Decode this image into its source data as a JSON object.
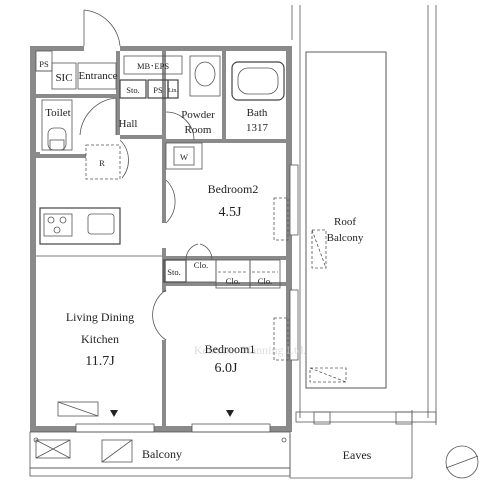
{
  "rooms": {
    "ps_top": "PS",
    "sic": "SIC",
    "entrance": "Entrance",
    "mb_eps": "MB･EPS",
    "sto_hall": "Sto.",
    "ps_hall": "PS",
    "lin": "Lin.",
    "toilet": "Toilet",
    "hall": "Hall",
    "powder_line1": "Powder",
    "powder_line2": "Room",
    "bath": "Bath",
    "bath_size": "1317",
    "refrigerator": "R",
    "washer": "W",
    "bedroom2": "Bedroom2",
    "bedroom2_size": "4.5J",
    "roof_line1": "Roof",
    "roof_line2": "Balcony",
    "sto_mid": "Sto.",
    "clo_1": "Clo.",
    "clo_2": "Clo.",
    "clo_3": "Clo.",
    "ldk_line1": "Living Dining",
    "ldk_line2": "Kitchen",
    "ldk_size": "11.7J",
    "bedroom1": "Bedroom1",
    "bedroom1_size": "6.0J",
    "balcony": "Balcony",
    "eaves": "Eaves"
  },
  "watermark": "Kentonet Planning Ltd.",
  "compass": "north-arrow-icon"
}
